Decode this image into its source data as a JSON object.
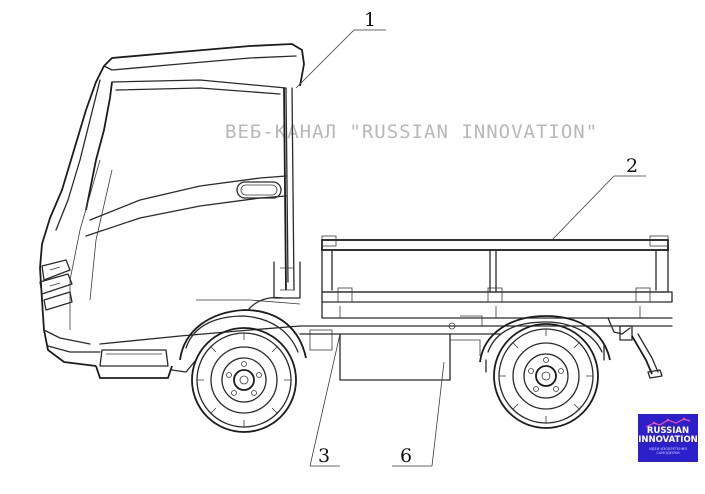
{
  "watermark": "ВЕБ-КАНАЛ \"RUSSIAN INNOVATION\"",
  "callouts": {
    "c1": "1",
    "c2": "2",
    "c3": "3",
    "c6": "6"
  },
  "logo": {
    "line1": "RUSSIAN",
    "line2": "INNOVATION",
    "tagline": "ИДЕИ ИЗОБРЕТЕНИЯ САМОДЕЛКИ",
    "bg_color": "#2b20c9"
  }
}
